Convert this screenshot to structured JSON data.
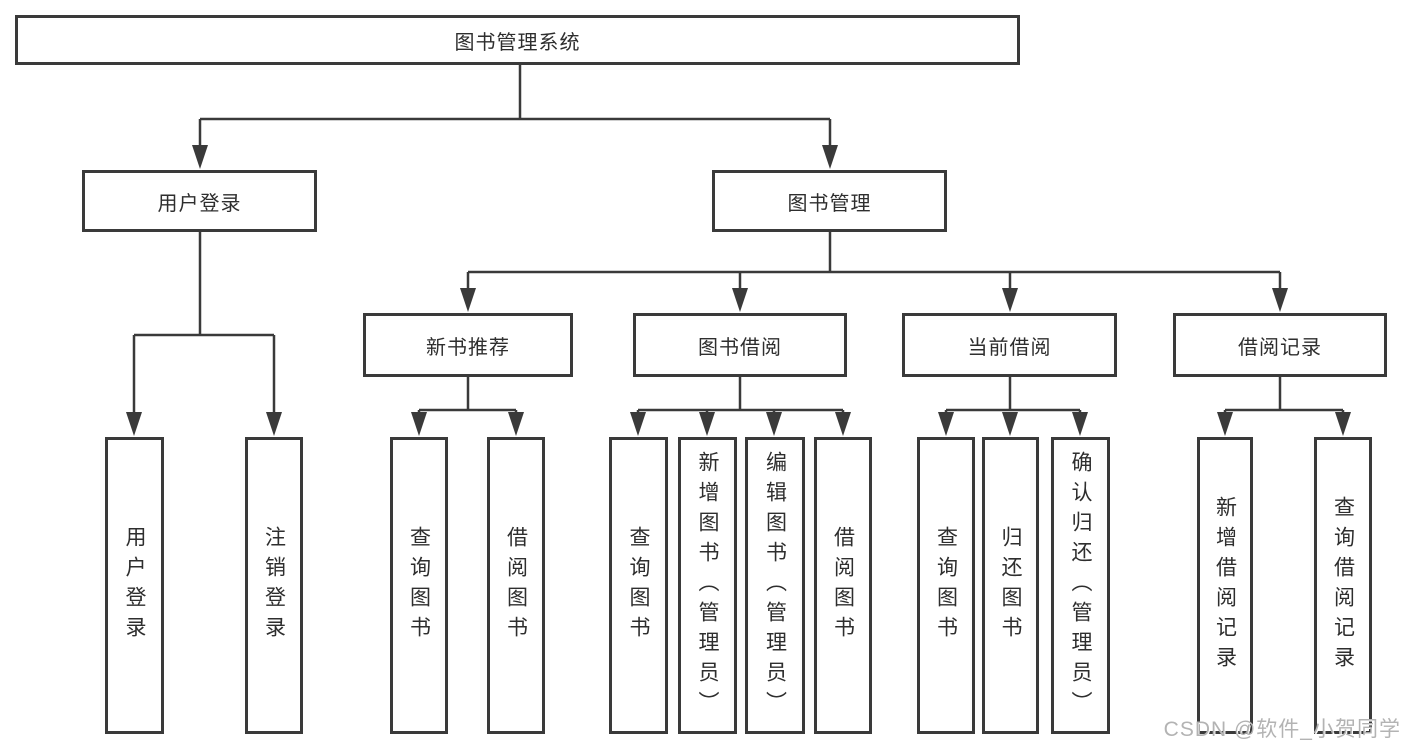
{
  "diagram": {
    "type": "tree",
    "nodes": {
      "root": {
        "label": "图书管理系统"
      },
      "l2": [
        {
          "label": "用户登录"
        },
        {
          "label": "图书管理"
        }
      ],
      "l3": [
        {
          "label": "新书推荐",
          "parent": "图书管理"
        },
        {
          "label": "图书借阅",
          "parent": "图书管理"
        },
        {
          "label": "当前借阅",
          "parent": "图书管理"
        },
        {
          "label": "借阅记录",
          "parent": "图书管理"
        }
      ],
      "leaves": [
        {
          "label": "用户登录",
          "parent": "用户登录"
        },
        {
          "label": "注销登录",
          "parent": "用户登录"
        },
        {
          "label": "查询图书",
          "parent": "新书推荐"
        },
        {
          "label": "借阅图书",
          "parent": "新书推荐"
        },
        {
          "label": "查询图书",
          "parent": "图书借阅"
        },
        {
          "label": "新增图书（管理员）",
          "parent": "图书借阅"
        },
        {
          "label": "编辑图书（管理员）",
          "parent": "图书借阅"
        },
        {
          "label": "借阅图书",
          "parent": "图书借阅"
        },
        {
          "label": "查询图书",
          "parent": "当前借阅"
        },
        {
          "label": "归还图书",
          "parent": "当前借阅"
        },
        {
          "label": "确认归还（管理员）",
          "parent": "当前借阅"
        },
        {
          "label": "新增借阅记录",
          "parent": "借阅记录"
        },
        {
          "label": "查询借阅记录",
          "parent": "借阅记录"
        }
      ]
    },
    "colors": {
      "line": "#3a3a3a",
      "box_background": "#ffffff",
      "text": "#2e2e2e",
      "watermark": "#b3b3b3"
    }
  },
  "watermark": {
    "text": "CSDN @软件_小贺同学"
  }
}
